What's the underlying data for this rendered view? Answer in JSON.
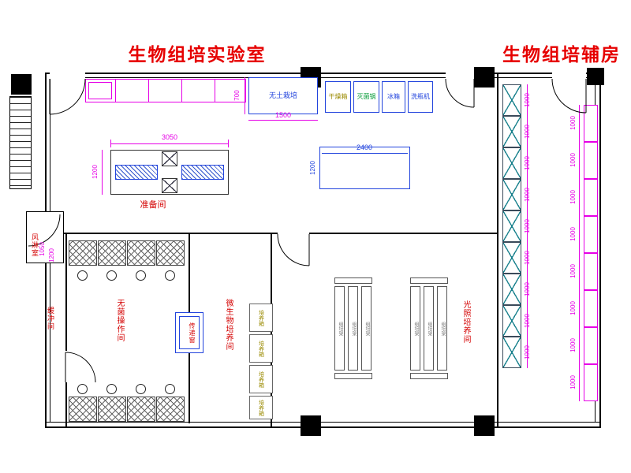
{
  "titles": {
    "main": "生物组培实验室",
    "aux": "生物组培辅房"
  },
  "rooms": {
    "prep": "准备间",
    "air_shower": "风淋室",
    "buffer": "缓冲间",
    "aseptic": "无菌操作间",
    "transfer_window": "传递窗",
    "microbial": "微生物培养间",
    "light_culture": "光照培养间"
  },
  "equipment": {
    "soilless": "无土栽培",
    "drying_oven": "干燥箱",
    "sterilizer": "灭菌锅",
    "fridge": "冰箱",
    "bottle_washer": "洗瓶机",
    "rack": "组培架",
    "incubators": [
      "培养箱",
      "培养箱",
      "培养箱",
      "培养箱"
    ]
  },
  "dimensions": {
    "d3050": "3050",
    "d1200": "1200",
    "d2400": "2400",
    "d700": "700",
    "d1500": "1500",
    "d1050": "1050",
    "d1000": "1000"
  },
  "colors": {
    "title_red": "#e60000",
    "label_red": "#d40000",
    "dimension_magenta": "#e600e6",
    "equipment_blue": "#2244dd",
    "sterilizer_green": "#009933",
    "wall_black": "#000000"
  }
}
